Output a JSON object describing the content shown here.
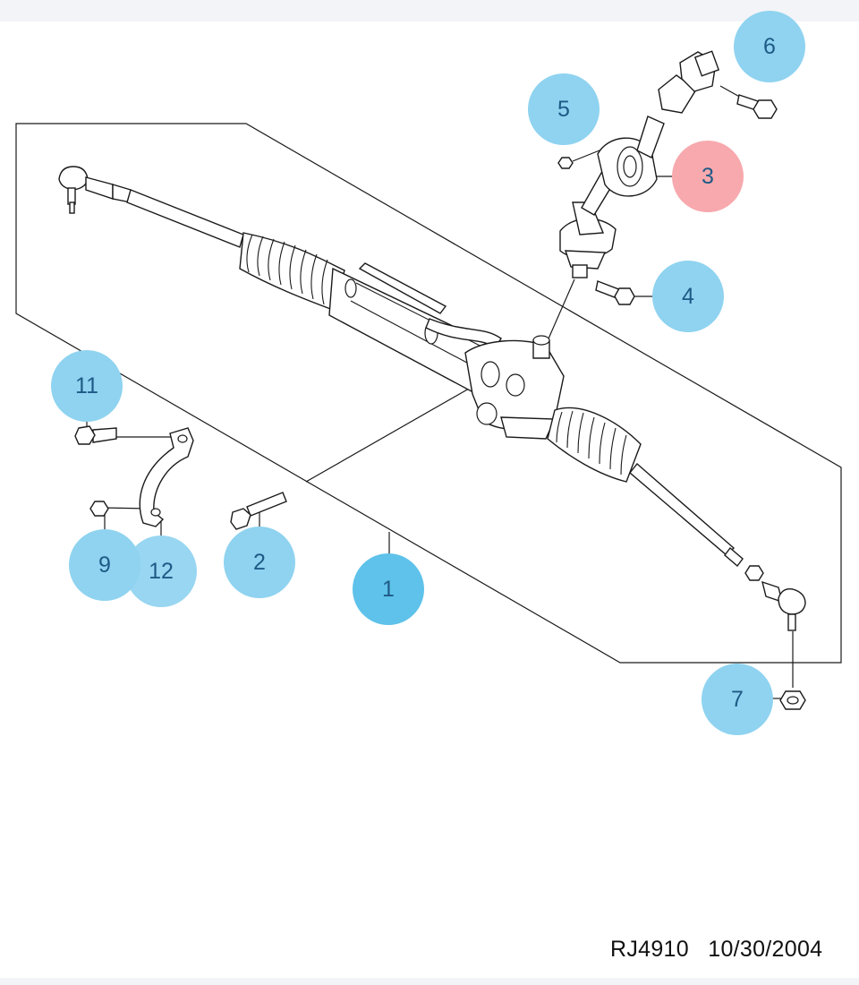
{
  "callouts": [
    {
      "id": "1",
      "label": "1",
      "color": "#5ec2ea"
    },
    {
      "id": "2",
      "label": "2",
      "color": "#8fd3f0"
    },
    {
      "id": "3",
      "label": "3",
      "color": "#f7a9ad"
    },
    {
      "id": "4",
      "label": "4",
      "color": "#8fd3f0"
    },
    {
      "id": "5",
      "label": "5",
      "color": "#8fd3f0"
    },
    {
      "id": "6",
      "label": "6",
      "color": "#8fd3f0"
    },
    {
      "id": "7",
      "label": "7",
      "color": "#8fd3f0"
    },
    {
      "id": "9",
      "label": "9",
      "color": "#8fd3f0"
    },
    {
      "id": "11",
      "label": "11",
      "color": "#8fd3f0"
    },
    {
      "id": "12",
      "label": "12",
      "color": "#8fd3f0"
    }
  ],
  "footer": {
    "code": "RJ4910",
    "date": "10/30/2004"
  }
}
